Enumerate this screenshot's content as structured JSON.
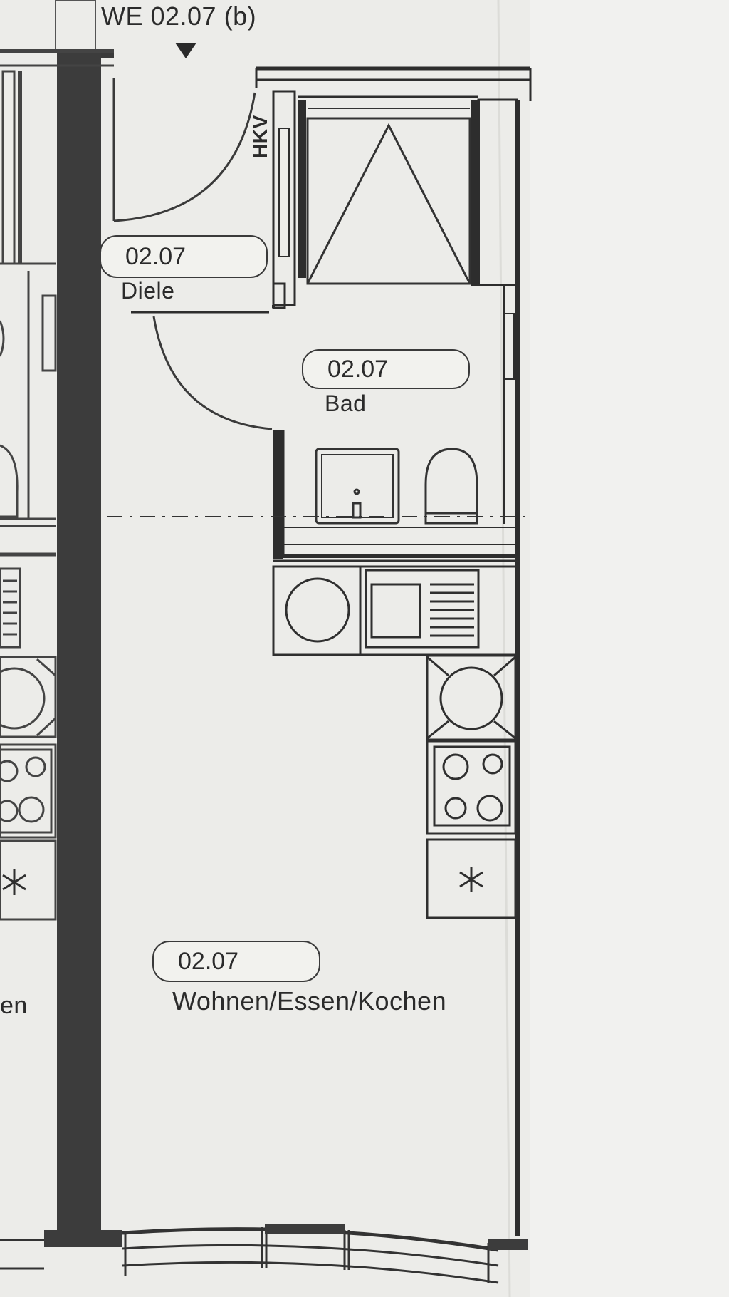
{
  "unit": {
    "title": "WE 02.07 (b)",
    "entrance_marker": "down-triangle-icon"
  },
  "rooms": {
    "hall": {
      "number": "02.07",
      "name": "Diele"
    },
    "bath": {
      "number": "02.07",
      "name": "Bad"
    },
    "living": {
      "number": "02.07",
      "name": "Wohnen/Essen/Kochen"
    }
  },
  "fixtures": {
    "radiator_label": "HKV",
    "fridge_icon": "snowflake-icon",
    "stove_icon": "four-burner-cooktop-icon",
    "sink_icon": "kitchen-sink-icon",
    "shower_icon": "shower-tray-icon",
    "toilet_icon": "toilet-icon",
    "washbasin_icon": "washbasin-icon"
  },
  "neighbor": {
    "label_fragment": "en"
  },
  "colors": {
    "paper": "#ecece9",
    "ink": "#2a2a2a",
    "wall_fill": "#3c3c3c"
  }
}
